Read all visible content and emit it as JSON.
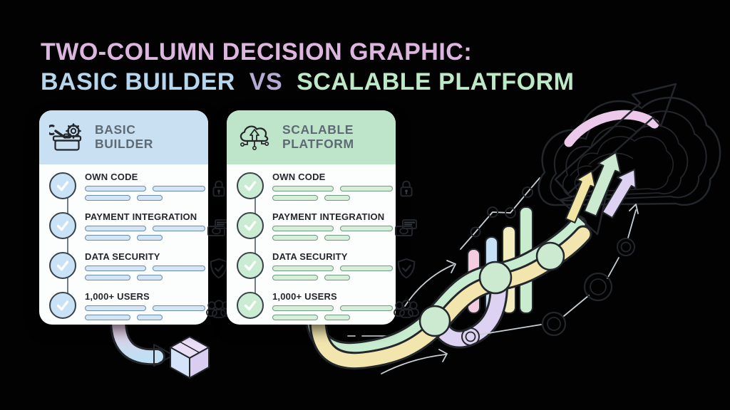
{
  "title": {
    "line1": "TWO-COLUMN DECISION GRAPHIC:",
    "line2_left": "BASIC BUILDER",
    "line2_vs": "VS",
    "line2_right": "SCALABLE PLATFORM",
    "colors": {
      "line1": "#dcb6de",
      "left": "#b5d6ec",
      "vs": "#b6abd4",
      "right": "#bde9c6"
    }
  },
  "cards": [
    {
      "title": "BASIC BUILDER",
      "header_icon": "toolbox-icon",
      "accent": "#c9e0f2",
      "rows": [
        {
          "label": "OWN CODE",
          "icon": "lock-icon"
        },
        {
          "label": "PAYMENT INTEGRATION",
          "icon": "banknote-icon"
        },
        {
          "label": "DATA SECURITY",
          "icon": "shield-check-icon"
        },
        {
          "label": "1,000+ USERS",
          "icon": "users-group-icon"
        }
      ]
    },
    {
      "title": "SCALABLE PLATFORM",
      "header_icon": "cloud-upload-icon",
      "accent": "#bee5c9",
      "rows": [
        {
          "label": "OWN CODE",
          "icon": "lock-icon"
        },
        {
          "label": "PAYMENT INTEGRATION",
          "icon": "banknote-icon"
        },
        {
          "label": "DATA SECURITY",
          "icon": "shield-check-icon"
        },
        {
          "label": "1,000+ USERS",
          "icon": "users-group-icon"
        }
      ]
    }
  ],
  "illustration": {
    "left_outcome_icons": [
      "curved-arrow-icon",
      "package-box-icon"
    ],
    "right_outcome_icons": [
      "pipes-path-icon",
      "bar-chart-icon",
      "line-dots-icon",
      "growth-arrow-icon",
      "cloud-icon",
      "up-arrows-icon",
      "node-path-icon"
    ],
    "palette": {
      "pink": "#f0c3e2",
      "blue": "#c5def5",
      "yellow": "#f2e5a4",
      "green": "#c9ecce",
      "purple": "#ded2f2",
      "outline": "#23262b"
    }
  }
}
